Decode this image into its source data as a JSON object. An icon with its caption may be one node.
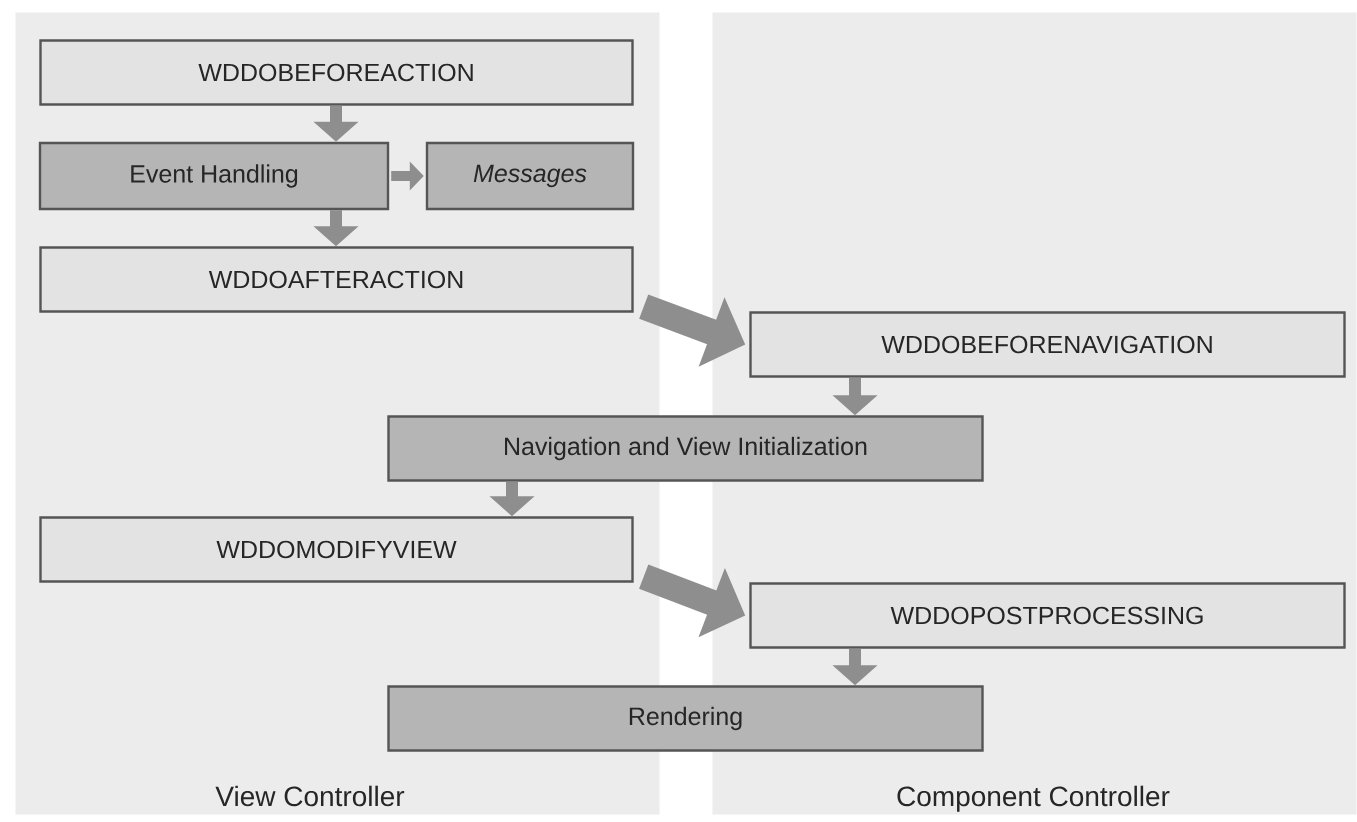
{
  "diagram": {
    "nodes": [
      {
        "text": [
          "View Controller"
        ]
      },
      {
        "text": [
          "Component Controller"
        ]
      },
      {
        "text": [
          "WDDOBEFOREACTION"
        ],
        "in": 0
      },
      {
        "text": [
          "Event Handling"
        ],
        "in": 0
      },
      {
        "text": [
          "Messages"
        ],
        "in": 0
      },
      {
        "text": [
          "WDDOAFTERACTION"
        ],
        "in": 0
      },
      {
        "text": [
          "WDDOBEFORENAVIGATION"
        ],
        "in": 1
      },
      {
        "text": [
          "Navigation and View Initialization"
        ]
      },
      {
        "text": [
          "WDDOMODIFYVIEW"
        ],
        "in": 0
      },
      {
        "text": [
          "WDDOPOSTPROCESSING"
        ],
        "in": 1
      },
      {
        "text": [
          "Rendering"
        ]
      }
    ],
    "edges": [
      {
        "from": 2,
        "to": 3,
        "arrow": "to"
      },
      {
        "from": 3,
        "to": 4,
        "arrow": "to"
      },
      {
        "from": 3,
        "to": 5,
        "arrow": "to"
      },
      {
        "from": 5,
        "to": 6,
        "arrow": "to",
        "style": "thick"
      },
      {
        "from": 6,
        "to": 7,
        "arrow": "to"
      },
      {
        "from": 7,
        "to": 8,
        "arrow": "to"
      },
      {
        "from": 8,
        "to": 9,
        "arrow": "to",
        "style": "thick"
      },
      {
        "from": 9,
        "to": 10,
        "arrow": "to"
      }
    ]
  }
}
